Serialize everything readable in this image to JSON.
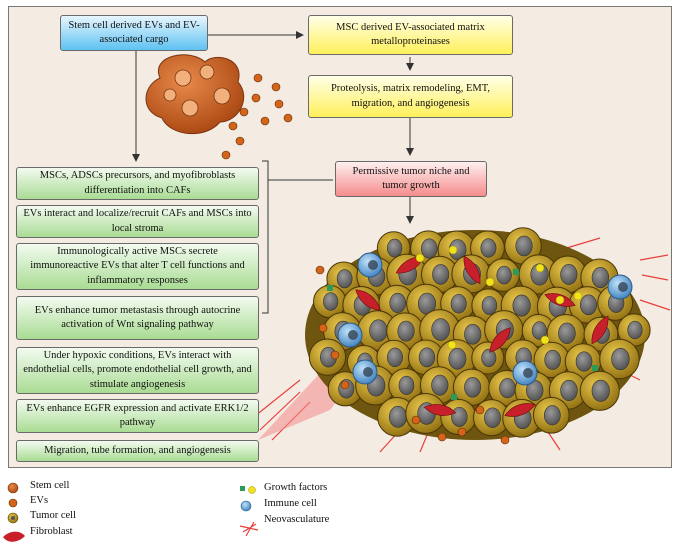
{
  "top_left_box": "Stem cell derived EVs and EV-associated cargo",
  "mmp_box": "MSC derived EV-associated matrix metalloproteinases",
  "proteolysis_box": "Proteolysis, matrix remodeling, EMT, migration, and angiogenesis",
  "niche_box": "Permissive tumor niche and tumor growth",
  "effects": [
    "MSCs, ADSCs precursors, and myofibroblasts differentiation into CAFs",
    "EVs interact and localize/recruit CAFs and MSCs into local stroma",
    "Immunologically active MSCs secrete immunoreactive EVs that alter T cell functions and inflammatory responses",
    "EVs enhance tumor metastasis through autocrine activation of Wnt signaling pathway",
    "Under hypoxic conditions, EVs interact with endothelial cells, promote endothelial cell growth, and stimulate angiogenesis",
    "EVs enhance EGFR expression and activate ERK1/2 pathway",
    "Migration, tube formation, and angiogenesis"
  ],
  "legend": {
    "stem_cell": "Stem cell",
    "evs": "EVs",
    "tumor_cell": "Tumor cell",
    "fibroblast": "Fibroblast",
    "growth_factors": "Growth factors",
    "immune_cell": "Immune cell",
    "neovasculature": "Neovasculature"
  },
  "colors": {
    "panel": "#f4ece3",
    "stem_cell": "#c8571b",
    "tumor_cell": "#b8921c",
    "immune_cell": "#5fa3d6",
    "fibroblast": "#c8202a",
    "growth_factor_yellow": "#f2e21a",
    "growth_factor_green": "#2e9a5a",
    "neovasculature": "#e8403c"
  }
}
